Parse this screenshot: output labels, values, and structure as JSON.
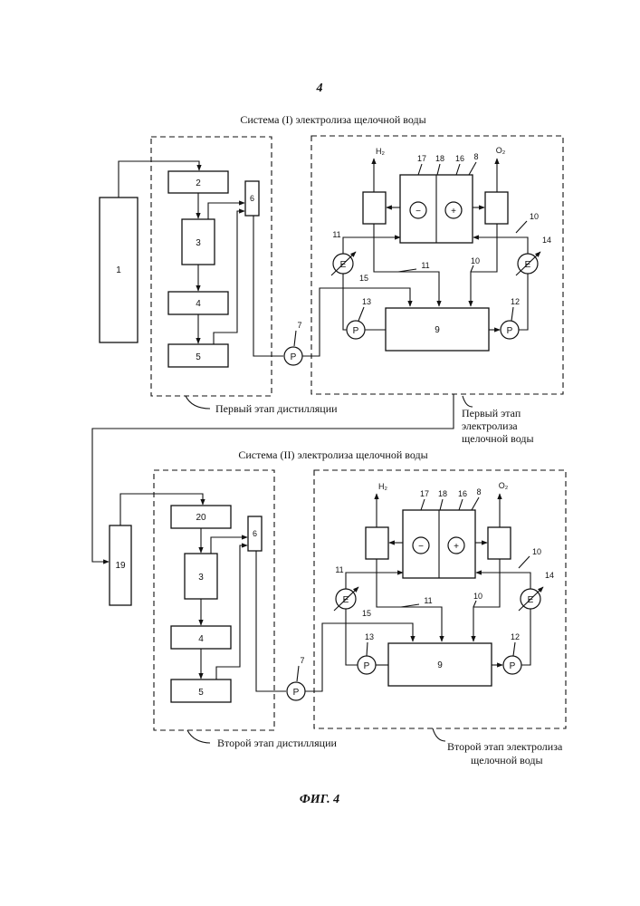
{
  "page_number": "4",
  "figure_caption": "ФИГ. 4",
  "system1": {
    "title": "Система (I) электролиза щелочной воды",
    "distillation_label": "Первый этап дистилляции",
    "electrolysis_label": [
      "Первый этап",
      "электролиза",
      "щелочной воды"
    ],
    "source_block": "1",
    "dist_blocks": [
      "2",
      "3",
      "4",
      "5",
      "6"
    ],
    "pump_main": "P",
    "pump_main_num": "7",
    "cell_nums": {
      "n17": "17",
      "n18": "18",
      "n16": "16",
      "n8": "8"
    },
    "cell_signs": {
      "neg": "−",
      "pos": "+"
    },
    "h2": "H₂",
    "o2": "O₂",
    "tank": "9",
    "pumps": {
      "left": "P",
      "right": "P",
      "left_num": "13",
      "right_num": "12"
    },
    "exchangers": {
      "left": "E",
      "right": "E",
      "left_num": "11",
      "right_num": "14",
      "left_sub": "15"
    },
    "line_nums": {
      "l11": "11",
      "l10a": "10",
      "l10b": "10"
    }
  },
  "system2": {
    "title": "Система (II) электролиза щелочной воды",
    "distillation_label": "Второй этап дистилляции",
    "electrolysis_label": [
      "Второй этап электролиза",
      "щелочной воды"
    ],
    "source_block": "19",
    "dist_blocks": [
      "20",
      "3",
      "4",
      "5",
      "6"
    ],
    "pump_main": "P",
    "pump_main_num": "7",
    "cell_nums": {
      "n17": "17",
      "n18": "18",
      "n16": "16",
      "n8": "8"
    },
    "cell_signs": {
      "neg": "−",
      "pos": "+"
    },
    "h2": "H₂",
    "o2": "O₂",
    "tank": "9",
    "pumps": {
      "left": "P",
      "right": "P",
      "left_num": "13",
      "right_num": "12"
    },
    "exchangers": {
      "left": "E",
      "right": "E",
      "left_num": "11",
      "right_num": "14",
      "left_sub": "15"
    },
    "line_nums": {
      "l11": "11",
      "l10a": "10",
      "l10b": "10"
    }
  }
}
